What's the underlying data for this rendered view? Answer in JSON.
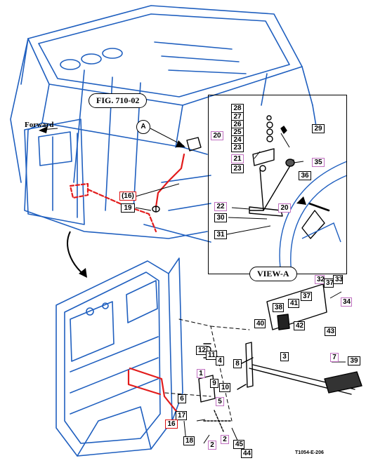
{
  "figure": {
    "title": "FIG. 710-02",
    "view_label": "VIEW-A",
    "view_callout": "A",
    "forward_label": "Forward",
    "drawing_code": "T1054-E-206"
  },
  "colors": {
    "linework": "#1f5fbf",
    "highlight": "#e21b1b",
    "pink_box": "#c070c0"
  },
  "labels": {
    "upper_16": "(16)",
    "upper_19": "19",
    "v28": "28",
    "v27": "27",
    "v26": "26",
    "v25": "25",
    "v24": "24",
    "v23a": "23",
    "v20a": "20",
    "v21": "21",
    "v23b": "23",
    "v29": "29",
    "v35": "35",
    "v36": "36",
    "v22": "22",
    "v20b": "20",
    "v30": "30",
    "v31": "31",
    "l32": "32",
    "l37a": "37",
    "l33": "33",
    "l34": "34",
    "l37b": "37",
    "l41": "41",
    "l38": "38",
    "l42": "42",
    "l40": "40",
    "l43": "43",
    "l12": "12",
    "l11": "11",
    "l4": "4",
    "l8": "8",
    "l3": "3",
    "l7": "7",
    "l39": "39",
    "l1": "1",
    "l9": "9",
    "l10": "10",
    "l6": "6",
    "l5": "5",
    "l17": "17",
    "l16": "16",
    "l18": "18",
    "l2a": "2",
    "l2b": "2",
    "l45": "45",
    "l44": "44"
  }
}
